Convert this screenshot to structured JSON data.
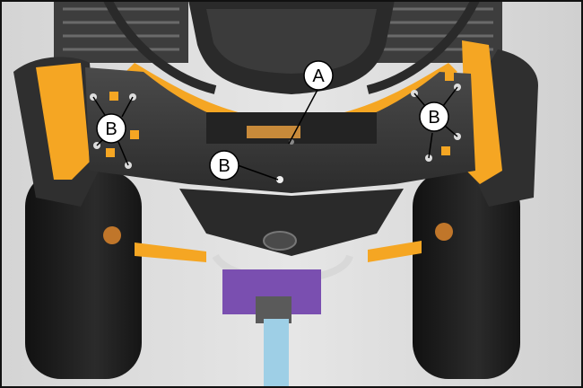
{
  "figure": {
    "description_colors": {
      "background": "#dcdcdc",
      "body_dark": "#3a3a3a",
      "accent_yellow": "#f5a623",
      "tire": "#1e1e1e",
      "purple_part": "#7a4fb0",
      "hitch_light": "#9ecfe6"
    },
    "callouts": [
      {
        "id": "A",
        "label": "A"
      },
      {
        "id": "B1",
        "label": "B"
      },
      {
        "id": "B2",
        "label": "B"
      },
      {
        "id": "B3",
        "label": "B"
      }
    ]
  }
}
